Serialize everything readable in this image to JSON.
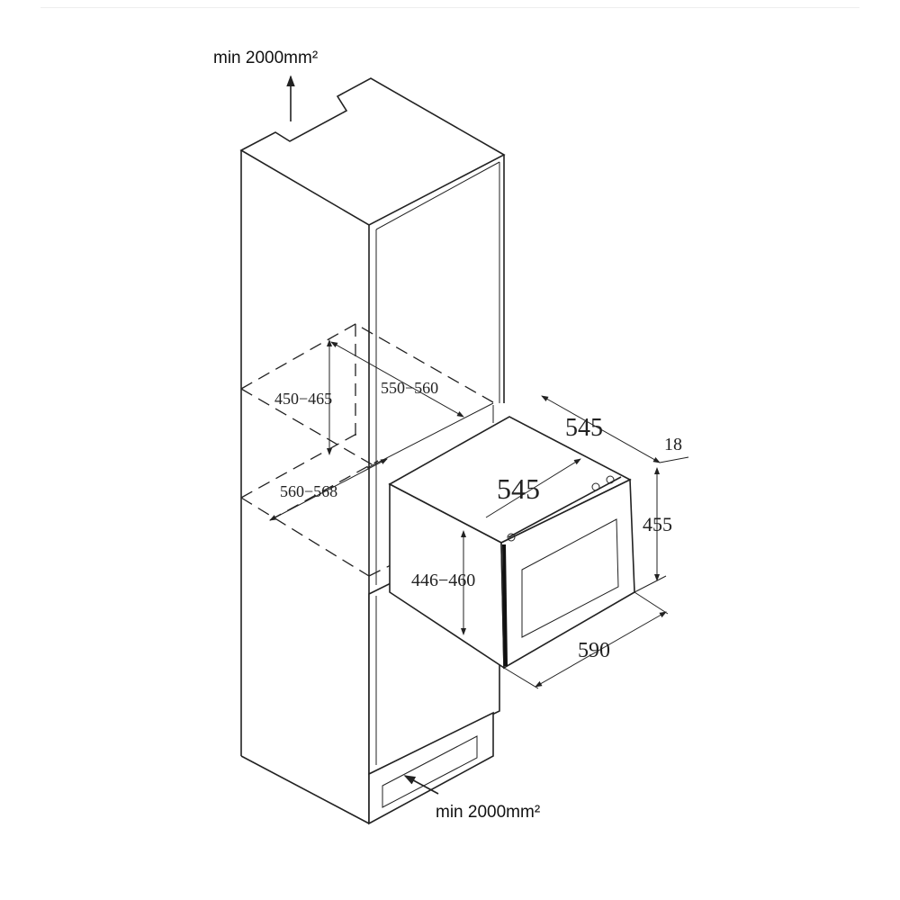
{
  "ventilation": {
    "top_label": "min 2000mm²",
    "bottom_label": "min 2000mm²"
  },
  "niche_dimensions": {
    "height": "450−465",
    "depth": "550−560",
    "width": "560−568",
    "front_height": "446−460"
  },
  "appliance_dimensions": {
    "depth_outer": "545",
    "depth_inner": "545",
    "front_thickness": "18",
    "height": "455",
    "width": "590"
  }
}
